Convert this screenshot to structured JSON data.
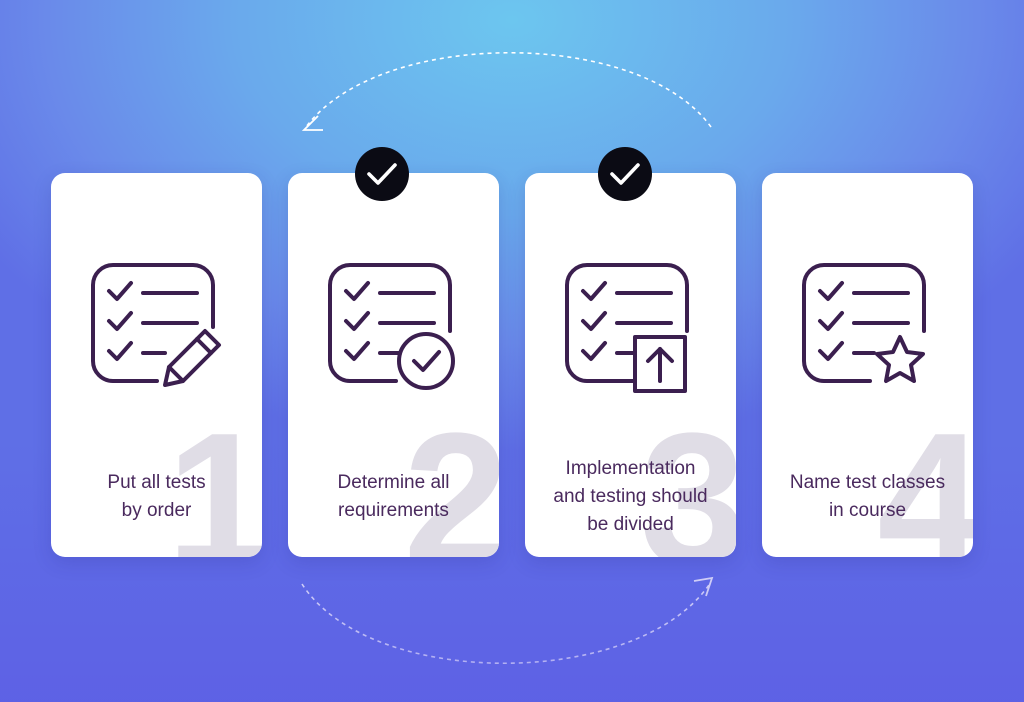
{
  "steps": [
    {
      "number": "1",
      "label_lines": [
        "Put all tests",
        "by order"
      ],
      "icon": "checklist-pencil-icon",
      "completed": false
    },
    {
      "number": "2",
      "label_lines": [
        "Determine all",
        "requirements"
      ],
      "icon": "checklist-check-icon",
      "completed": true
    },
    {
      "number": "3",
      "label_lines": [
        "Implementation",
        "and testing should",
        "be divided"
      ],
      "icon": "checklist-upload-icon",
      "completed": true
    },
    {
      "number": "4",
      "label_lines": [
        "Name test classes",
        "in course"
      ],
      "icon": "checklist-star-icon",
      "completed": false
    }
  ],
  "colors": {
    "background_top": "#6cc6ef",
    "background_bottom": "#5f5ae4",
    "card": "#ffffff",
    "icon_stroke": "#3b1f4f",
    "label_text": "#4a2a5e",
    "number_watermark": "#e0dde6",
    "badge": "#0b0b14"
  }
}
